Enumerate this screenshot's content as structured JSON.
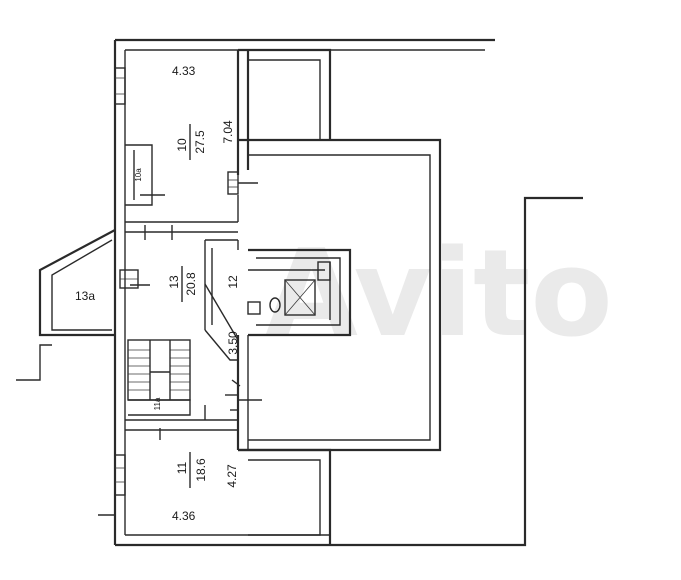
{
  "rooms": {
    "r10": {
      "number": "10",
      "area": "27.5",
      "width": "4.33",
      "length": "7.04",
      "sub": "10a"
    },
    "r13": {
      "number": "13",
      "area": "20.8",
      "width": "12",
      "length": "3.50",
      "sub": "13a"
    },
    "r11": {
      "number": "11",
      "area": "18.6",
      "width": "4.36",
      "length": "4.27",
      "sub": "11a"
    }
  },
  "watermark": "Avito"
}
